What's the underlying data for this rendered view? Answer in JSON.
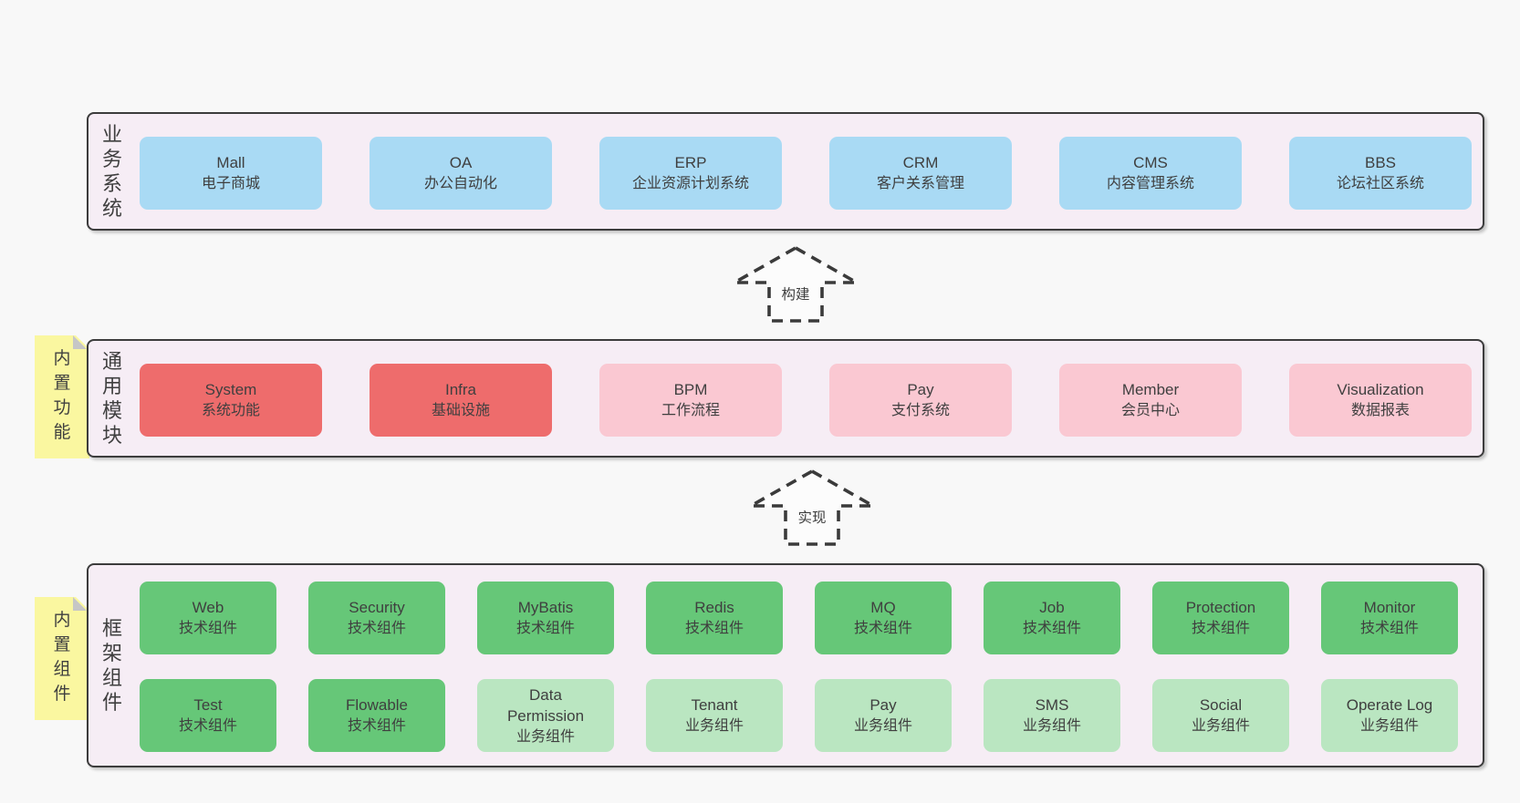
{
  "colors": {
    "page_bg": "#f8f8f8",
    "band_bg": "#f6edf5",
    "band_border": "#3c3c3c",
    "blue": "#a9daf4",
    "red": "#ee6c6c",
    "pink": "#fac8d2",
    "green_dark": "#66c778",
    "green_light": "#bae6c1",
    "sticky_yellow": "#faf7a0",
    "text": "#3f3f3f"
  },
  "bands": [
    {
      "id": "business-systems",
      "label": "业务系统",
      "sticky": null,
      "rows": [
        [
          {
            "en": "Mall",
            "cn": "电子商城",
            "type": "blue"
          },
          {
            "en": "OA",
            "cn": "办公自动化",
            "type": "blue"
          },
          {
            "en": "ERP",
            "cn": "企业资源计划系统",
            "type": "blue"
          },
          {
            "en": "CRM",
            "cn": "客户关系管理",
            "type": "blue"
          },
          {
            "en": "CMS",
            "cn": "内容管理系统",
            "type": "blue"
          },
          {
            "en": "BBS",
            "cn": "论坛社区系统",
            "type": "blue"
          }
        ]
      ]
    },
    {
      "id": "common-modules",
      "label": "通用模块",
      "sticky": "内置功能",
      "rows": [
        [
          {
            "en": "System",
            "cn": "系统功能",
            "type": "red"
          },
          {
            "en": "Infra",
            "cn": "基础设施",
            "type": "red"
          },
          {
            "en": "BPM",
            "cn": "工作流程",
            "type": "pink"
          },
          {
            "en": "Pay",
            "cn": "支付系统",
            "type": "pink"
          },
          {
            "en": "Member",
            "cn": "会员中心",
            "type": "pink"
          },
          {
            "en": "Visualization",
            "cn": "数据报表",
            "type": "pink"
          }
        ]
      ]
    },
    {
      "id": "framework-components",
      "label": "框架组件",
      "sticky": "内置组件",
      "rows": [
        [
          {
            "en": "Web",
            "cn": "技术组件",
            "type": "green-dark"
          },
          {
            "en": "Security",
            "cn": "技术组件",
            "type": "green-dark"
          },
          {
            "en": "MyBatis",
            "cn": "技术组件",
            "type": "green-dark"
          },
          {
            "en": "Redis",
            "cn": "技术组件",
            "type": "green-dark"
          },
          {
            "en": "MQ",
            "cn": "技术组件",
            "type": "green-dark"
          },
          {
            "en": "Job",
            "cn": "技术组件",
            "type": "green-dark"
          },
          {
            "en": "Protection",
            "cn": "技术组件",
            "type": "green-dark"
          },
          {
            "en": "Monitor",
            "cn": "技术组件",
            "type": "green-dark"
          }
        ],
        [
          {
            "en": "Test",
            "cn": "技术组件",
            "type": "green-dark"
          },
          {
            "en": "Flowable",
            "cn": "技术组件",
            "type": "green-dark"
          },
          {
            "en": "Data Permission",
            "cn": "业务组件",
            "type": "green-light"
          },
          {
            "en": "Tenant",
            "cn": "业务组件",
            "type": "green-light"
          },
          {
            "en": "Pay",
            "cn": "业务组件",
            "type": "green-light"
          },
          {
            "en": "SMS",
            "cn": "业务组件",
            "type": "green-light"
          },
          {
            "en": "Social",
            "cn": "业务组件",
            "type": "green-light"
          },
          {
            "en": "Operate Log",
            "cn": "业务组件",
            "type": "green-light"
          }
        ]
      ]
    }
  ],
  "arrows": [
    {
      "label": "构建"
    },
    {
      "label": "实现"
    }
  ]
}
